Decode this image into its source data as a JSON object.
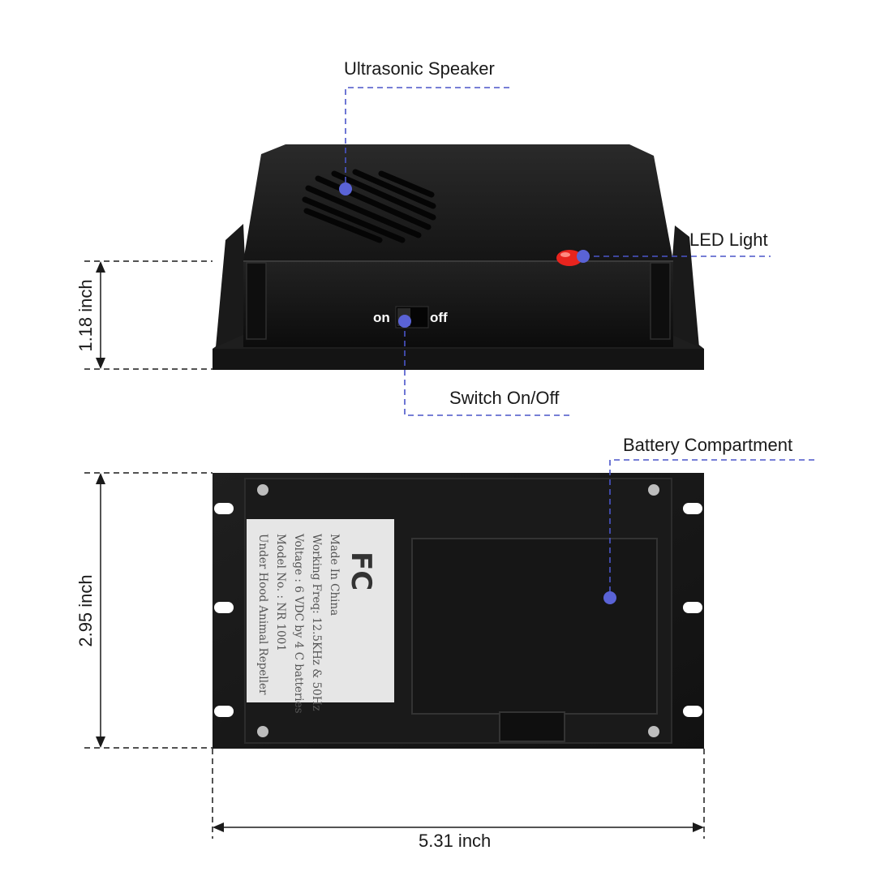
{
  "callouts": {
    "ultrasonic_speaker": "Ultrasonic Speaker",
    "led_light": "LED Light",
    "switch": "Switch On/Off",
    "battery_compartment": "Battery Compartment"
  },
  "switch_labels": {
    "on": "on",
    "off": "off"
  },
  "dimensions": {
    "height": "1.18 inch",
    "depth": "2.95 inch",
    "width": "5.31 inch"
  },
  "label_plate": {
    "lines": [
      "Under Hood Animal Repeller",
      "Model No. : NR 1001",
      "Voltage : 6 VDC by 4 C batteries",
      "Working Freq: 12.5KHz & 50Hz",
      "Made In China"
    ],
    "fc_mark": "FC"
  },
  "colors": {
    "callout_line": "#4a55c9",
    "callout_dot": "#5a63d6",
    "device_body": "#1b1b1b",
    "led": "#e8241e"
  }
}
